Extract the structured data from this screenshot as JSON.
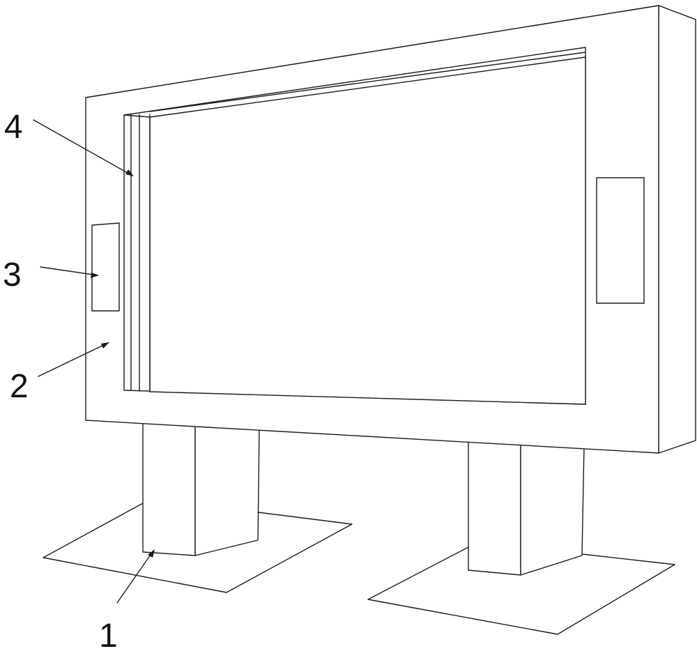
{
  "labels": {
    "support_legs": "1",
    "frame_body": "2",
    "side_panel": "3",
    "display_screen": "4"
  }
}
